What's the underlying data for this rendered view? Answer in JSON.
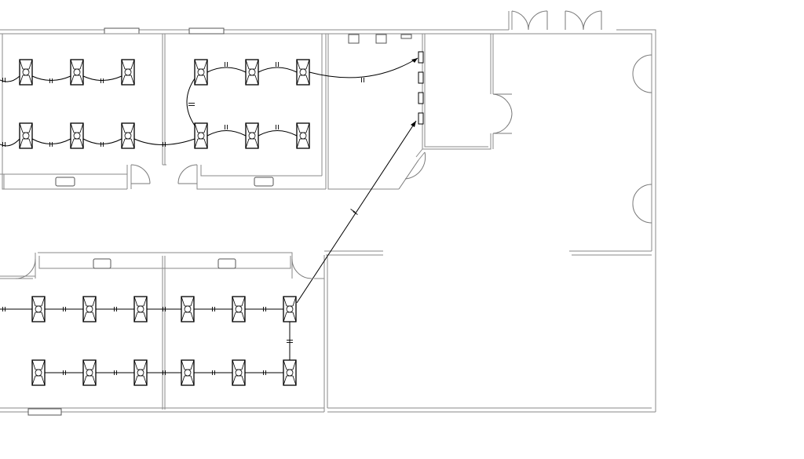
{
  "drawing": {
    "type": "electrical-lighting-floor-plan",
    "line_color": "#000000",
    "wall_color": "#8a8a8a",
    "background": "#ffffff"
  },
  "fixtures": {
    "symbol": "recessed-troffer-light",
    "rooms": [
      {
        "room": "upper-left",
        "rows": 2,
        "per_row": 3
      },
      {
        "room": "upper-middle",
        "rows": 2,
        "per_row": 3
      },
      {
        "room": "lower-left",
        "rows": 2,
        "per_row": 3
      },
      {
        "room": "lower-middle",
        "rows": 2,
        "per_row": 3
      }
    ]
  },
  "panel": {
    "symbol": "electrical-panel",
    "count": 4
  },
  "home_run": {
    "symbol": "circuit-home-run-arrow"
  }
}
